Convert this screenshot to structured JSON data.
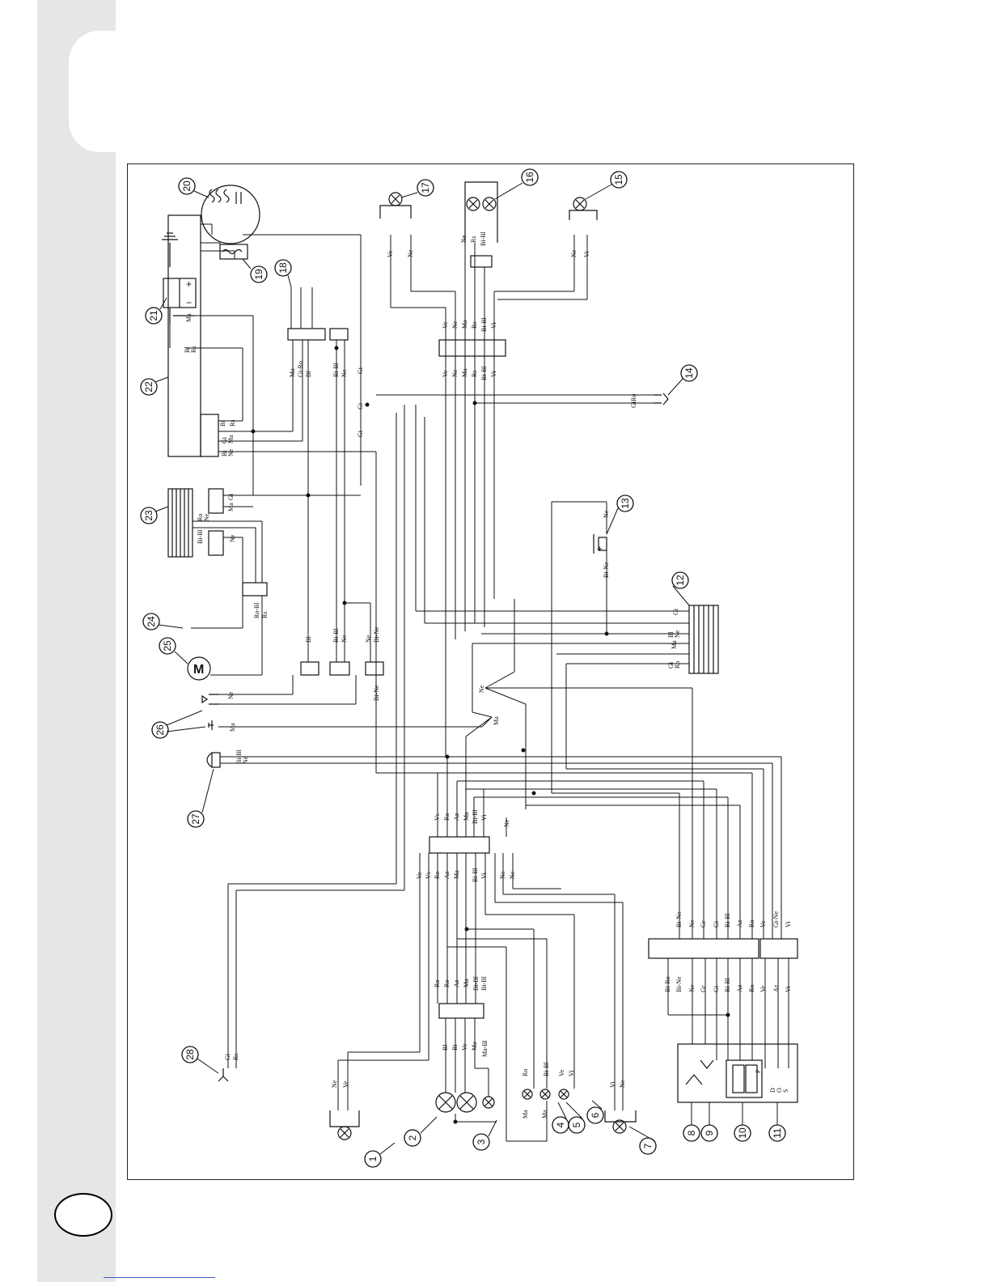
{
  "callouts": {
    "c1": "1",
    "c2": "2",
    "c3": "3",
    "c4": "4",
    "c5": "5",
    "c6": "6",
    "c7": "7",
    "c8": "8",
    "c9": "9",
    "c10": "10",
    "c11": "11",
    "c12": "12",
    "c13": "13",
    "c14": "14",
    "c15": "15",
    "c16": "16",
    "c17": "17",
    "c18": "18",
    "c19": "19",
    "c20": "20",
    "c21": "21",
    "c22": "22",
    "c23": "23",
    "c24": "24",
    "c25": "25",
    "c26": "26",
    "c27": "27",
    "c28": "28"
  },
  "motor_symbol": "M",
  "wire_codes": {
    "bl": "Bl",
    "rs": "Rs",
    "ne": "Ne",
    "ma": "Ma",
    "gi": "Gi",
    "gi_ro": "Gi-Ro",
    "bi": "Bi",
    "bi_bl": "Bi-Bl",
    "ro": "Ro",
    "ro_bl": "Ro-Bl",
    "bi_ne": "Bi-Ne",
    "ve": "Ve",
    "vi": "Vi",
    "az": "Az",
    "gr": "Gr",
    "gi_ne": "Gi-Ne",
    "bi_ro": "Bi-Ro",
    "ma_bl": "Ma-Bl",
    "vs": "Vs",
    "ra": "Ra"
  },
  "switch_labels": {
    "d": "D",
    "o": "O",
    "s": "S",
    "p": "P"
  },
  "battery_signs": {
    "plus": "+",
    "minus": "−"
  },
  "colors": {
    "ink": "#111111",
    "sidebar": "#e6e6e6",
    "frame": "#222222",
    "link": "#3a56c8"
  }
}
